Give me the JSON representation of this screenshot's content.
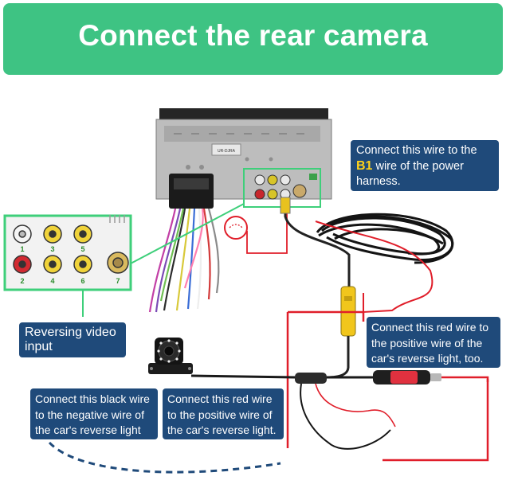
{
  "title": "Connect the rear camera",
  "unit_label": "UR-DJRA",
  "rca_numbers": [
    "1",
    "2",
    "3",
    "4",
    "5",
    "6",
    "7"
  ],
  "callouts": {
    "b1_line1": "Connect this wire to the",
    "b1_key": "B1",
    "b1_line2": " wire of the power",
    "b1_line3": "harness.",
    "reversing_line1": "Reversing video",
    "reversing_line2": "input",
    "red_reverse_line1": "Connect this red wire to",
    "red_reverse_line2": "the positive wire of the",
    "red_reverse_line3": "car's reverse light, too.",
    "black_line1": "Connect this black wire",
    "black_line2": "to the negative wire of",
    "black_line3": "the car's reverse light",
    "red_line1": "Connect this red wire",
    "red_line2": "to the positive wire of",
    "red_line3": "the car's reverse light."
  },
  "colors": {
    "banner": "#3ec383",
    "callout": "#1f4a7a",
    "highlight": "#ffd21a",
    "green_frame": "#3ecf7a",
    "red_wire": "#e01e2a",
    "dashed": "#1f4a7a"
  }
}
